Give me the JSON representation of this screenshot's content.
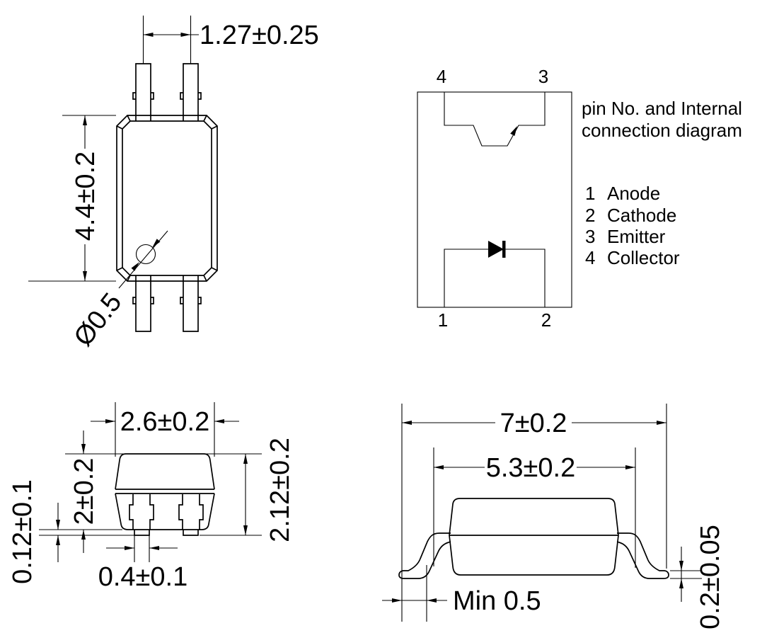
{
  "top_view": {
    "pitch": "1.27±0.25",
    "body_length": "4.4±0.2",
    "pin_diameter": "Ø0.5"
  },
  "connection_diagram": {
    "heading_line1": "pin No. and Internal",
    "heading_line2": "connection diagram",
    "pin_top_left": "4",
    "pin_top_right": "3",
    "pin_bottom_left": "1",
    "pin_bottom_right": "2",
    "legend": [
      {
        "number": "1",
        "name": "Anode"
      },
      {
        "number": "2",
        "name": "Cathode"
      },
      {
        "number": "3",
        "name": "Emitter"
      },
      {
        "number": "4",
        "name": "Collector"
      }
    ]
  },
  "front_view": {
    "body_width": "2.6±0.2",
    "body_height": "2±0.2",
    "standoff": "0.12±0.1",
    "lead_width": "0.4±0.1",
    "overall_height": "2.12±0.2"
  },
  "side_view": {
    "lead_span": "7±0.2",
    "body_length": "5.3±0.2",
    "foot_length": "Min 0.5",
    "lead_thickness": "0.2±0.05"
  },
  "colors": {
    "line": "#000000",
    "background": "#ffffff"
  }
}
